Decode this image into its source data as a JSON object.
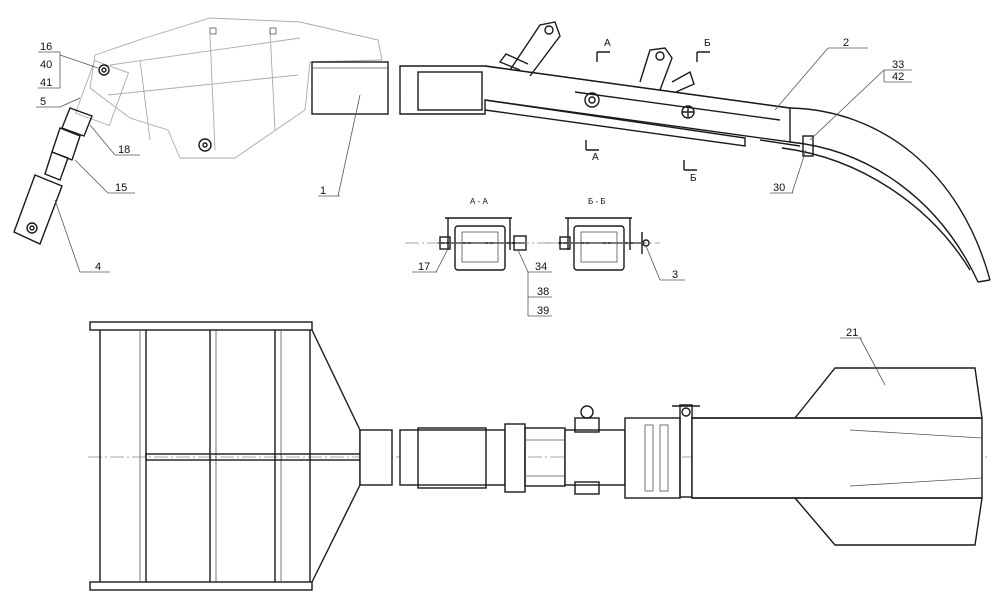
{
  "section_titles": {
    "aa": "А - А",
    "bb": "Б - Б"
  },
  "cut_marks": {
    "a": "А",
    "b": "Б"
  },
  "callouts": {
    "c16": "16",
    "c40": "40",
    "c41": "41",
    "c5": "5",
    "c18": "18",
    "c15": "15",
    "c4": "4",
    "c1": "1",
    "c2": "2",
    "c33": "33",
    "c42": "42",
    "c30": "30",
    "c17": "17",
    "c34": "34",
    "c38": "38",
    "c39": "39",
    "c3": "3",
    "c21": "21"
  }
}
